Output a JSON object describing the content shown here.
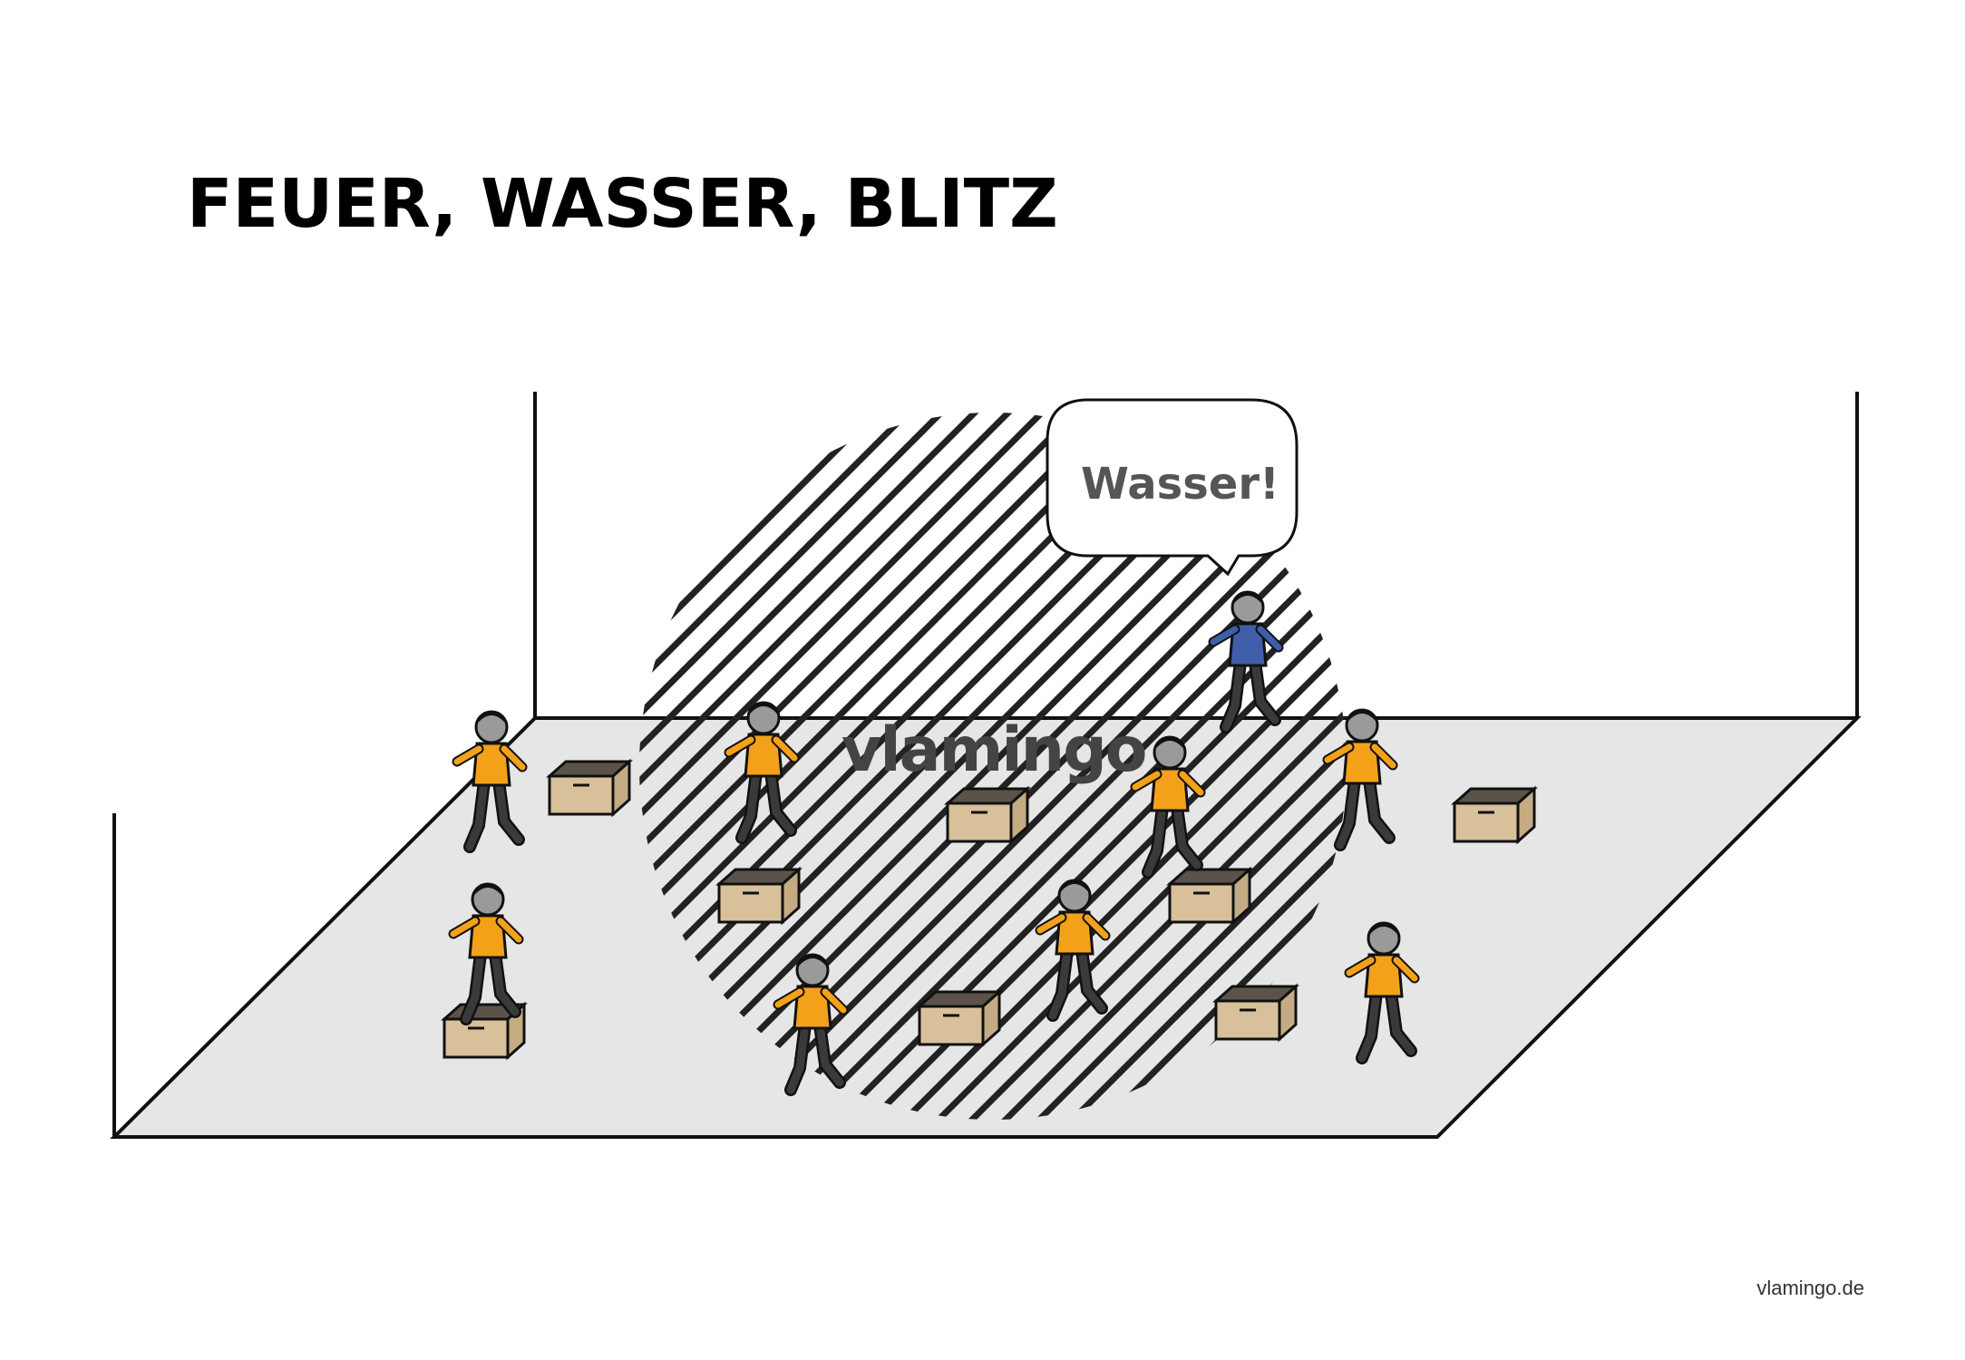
{
  "title": "FEUER, WASSER, BLITZ",
  "speech_bubble": {
    "text": "Wasser!"
  },
  "watermark": "vlamingo",
  "footer": "vlamingo.de",
  "colors": {
    "floor": "#e6e6e6",
    "player_shirt": "#f4a11a",
    "caller_shirt": "#3e5ea9",
    "pants": "#3a3a3a",
    "box_side": "#d8c09a",
    "box_top": "#5b534a",
    "hatching": "#222222"
  },
  "icons": [
    "child-player-icon",
    "caller-icon",
    "box-icon",
    "speech-bubble-icon"
  ]
}
